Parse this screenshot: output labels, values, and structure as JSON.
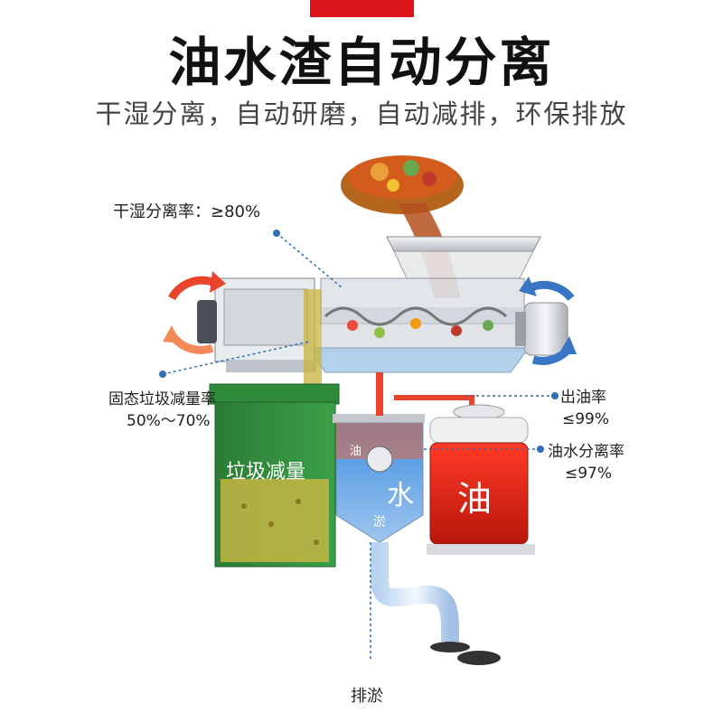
{
  "header": {
    "title": "油水渣自动分离",
    "subtitle": "干湿分离，自动研磨，自动减排，环保排放"
  },
  "annotations": {
    "dry_wet_rate": "干湿分离率：≥80%",
    "solid_waste_label": "固态垃圾减量率",
    "solid_waste_value": "50%～70%",
    "oil_out_label": "出油率",
    "oil_out_value": "≤99%",
    "oil_water_label": "油水分离率",
    "oil_water_value": "≤97%",
    "sludge_drain": "排淤"
  },
  "tanks": {
    "waste_bin": "垃圾减量",
    "water_tank": "水",
    "water_tank_oil_layer": "油",
    "water_tank_sludge": "淤",
    "oil_barrel": "油"
  },
  "colors": {
    "accent_red": "#d9141a",
    "annotation_blue": "#2f6fb7",
    "bin_green": "#2f8a3a",
    "oil_red": "#d72b1e",
    "water_blue": "#4a90d9"
  }
}
